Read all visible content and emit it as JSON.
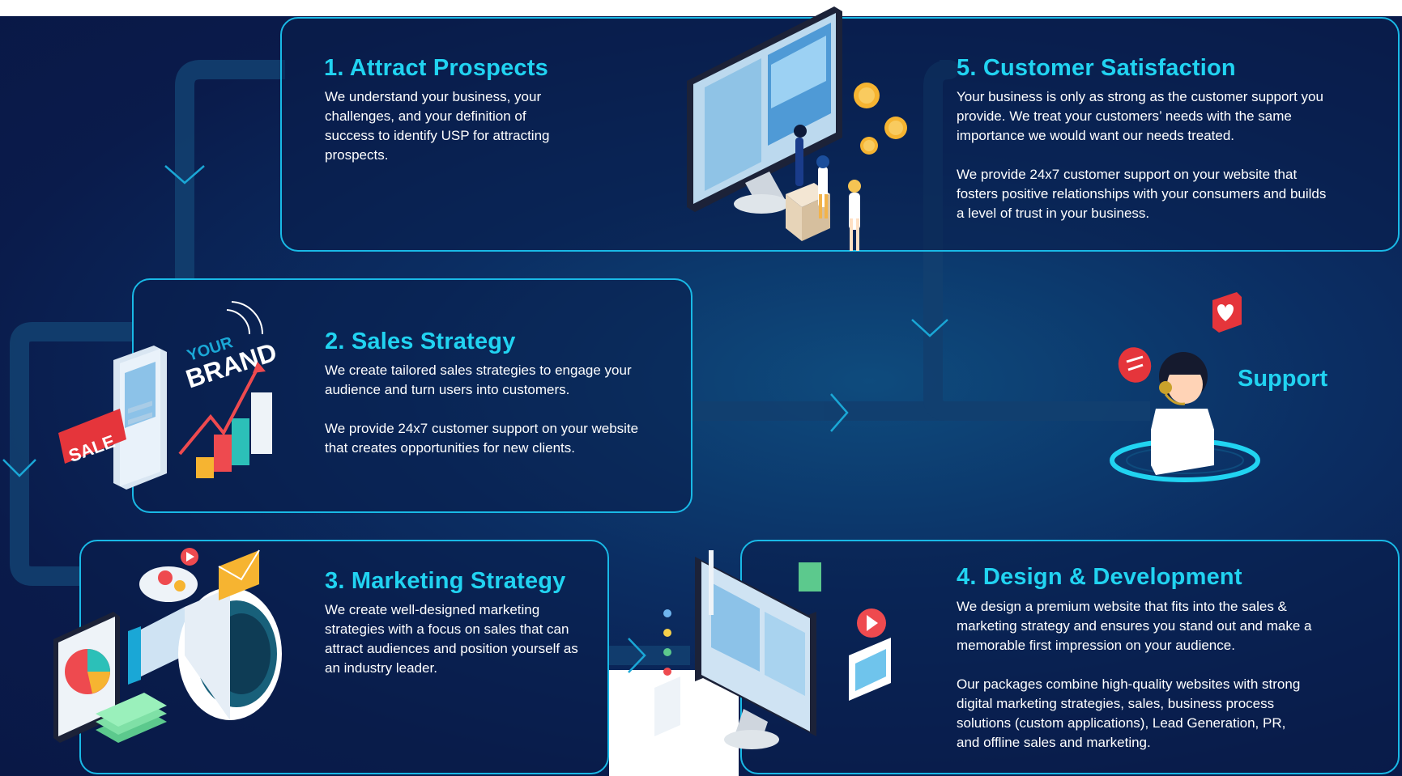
{
  "steps": [
    {
      "title": "1. Attract Prospects",
      "paragraphs": [
        "We understand your business, your challenges, and your definition of success to identify USP for attracting prospects."
      ]
    },
    {
      "title": "2. Sales Strategy",
      "paragraphs": [
        "We create tailored sales strategies to engage your audience and turn users into customers.",
        "We provide 24x7 customer support on your website that creates opportunities for new clients."
      ]
    },
    {
      "title": "3. Marketing Strategy",
      "paragraphs": [
        "We create well-designed marketing strategies with a focus on sales that can attract audiences and position yourself as an industry leader."
      ]
    },
    {
      "title": "4. Design & Development",
      "paragraphs": [
        "We design a premium website that fits into the sales & marketing strategy and ensures you stand out and make a memorable first impression on your audience.",
        "Our packages combine high-quality websites with strong digital marketing strategies, sales, business process solutions (custom applications), Lead Generation, PR, and offline sales and marketing."
      ]
    },
    {
      "title": "5. Customer Satisfaction",
      "paragraphs": [
        "Your business is only as strong as the customer support you provide. We treat your customers’ needs with the same importance we would want our needs treated.",
        "We provide 24x7 customer support on your website that fosters positive relationships with your consumers and builds a level of trust in your business."
      ]
    }
  ],
  "support": {
    "label": "Support"
  },
  "illustrations": {
    "sales_sign_text": "SALE",
    "brand_text_top": "YOUR",
    "brand_text_bottom": "BRAND"
  },
  "colors": {
    "accent": "#21d3f1",
    "card_border": "#19b9e6",
    "background": "#0a1b4b",
    "text": "#ffffff"
  },
  "icons": [
    "desktop-monitor-icon",
    "coin-icon",
    "smartphone-icon",
    "bar-chart-icon",
    "megaphone-icon",
    "envelope-icon",
    "cloud-gear-icon",
    "pie-chart-board-icon",
    "money-stack-icon",
    "headset-agent-icon",
    "chat-bubble-icon",
    "heart-badge-icon",
    "chevron-down-icon",
    "chevron-right-icon"
  ]
}
